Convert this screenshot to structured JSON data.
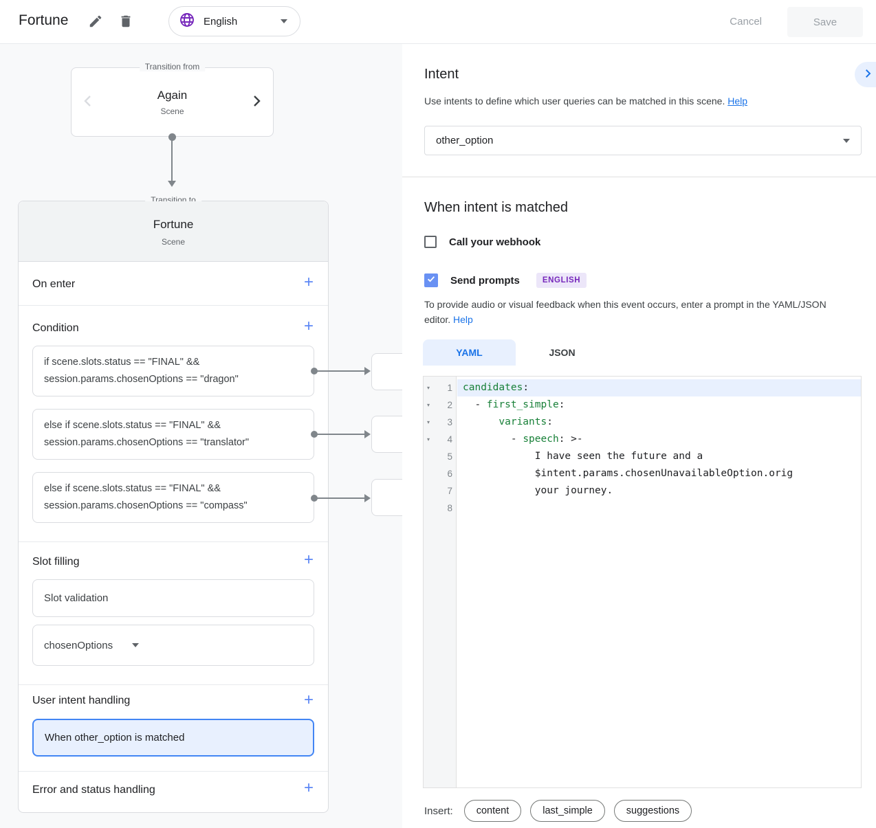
{
  "topbar": {
    "title": "Fortune",
    "language": "English",
    "cancel": "Cancel",
    "save": "Save"
  },
  "flow": {
    "from_card": {
      "legend": "Transition from",
      "name": "Again",
      "type": "Scene"
    },
    "to_card": {
      "legend": "Transition to",
      "name": "Fortune",
      "type": "Scene"
    },
    "on_enter": "On enter",
    "condition_header": "Condition",
    "conditions": [
      "if scene.slots.status == \"FINAL\" &&\nsession.params.chosenOptions == \"dragon\"",
      "else if scene.slots.status == \"FINAL\" &&\nsession.params.chosenOptions == \"translator\"",
      "else if scene.slots.status == \"FINAL\" &&\nsession.params.chosenOptions == \"compass\""
    ],
    "slot_filling_header": "Slot filling",
    "slot_validation": "Slot validation",
    "slot_name": "chosenOptions",
    "user_intent_header": "User intent handling",
    "intent_handler": "When other_option is matched",
    "error_header": "Error and status handling"
  },
  "intent_panel": {
    "title": "Intent",
    "description": "Use intents to define which user queries can be matched in this scene.",
    "help": "Help",
    "selected_intent": "other_option"
  },
  "matched_panel": {
    "title": "When intent is matched",
    "webhook_label": "Call your webhook",
    "prompts_label": "Send prompts",
    "language_chip": "ENGLISH",
    "description": "To provide audio or visual feedback when this event occurs, enter a prompt in the YAML/JSON editor.",
    "help": "Help"
  },
  "editor": {
    "tabs": [
      "YAML",
      "JSON"
    ],
    "active_tab": "YAML",
    "lines": [
      {
        "n": "1",
        "fold": true,
        "active": true,
        "parts": [
          {
            "c": "key",
            "t": "candidates"
          },
          {
            "c": "plain",
            "t": ":"
          }
        ]
      },
      {
        "n": "2",
        "fold": true,
        "parts": [
          {
            "c": "plain",
            "t": "  - "
          },
          {
            "c": "key",
            "t": "first_simple"
          },
          {
            "c": "plain",
            "t": ":"
          }
        ]
      },
      {
        "n": "3",
        "fold": true,
        "parts": [
          {
            "c": "plain",
            "t": "      "
          },
          {
            "c": "key",
            "t": "variants"
          },
          {
            "c": "plain",
            "t": ":"
          }
        ]
      },
      {
        "n": "4",
        "fold": true,
        "parts": [
          {
            "c": "plain",
            "t": "        - "
          },
          {
            "c": "key",
            "t": "speech"
          },
          {
            "c": "plain",
            "t": ": >-"
          }
        ]
      },
      {
        "n": "5",
        "parts": [
          {
            "c": "plain",
            "t": "            I have seen the future and a"
          }
        ]
      },
      {
        "n": "6",
        "parts": [
          {
            "c": "plain",
            "t": "            $intent.params.chosenUnavailableOption.orig"
          }
        ]
      },
      {
        "n": "7",
        "parts": [
          {
            "c": "plain",
            "t": "            your journey."
          }
        ]
      },
      {
        "n": "8",
        "parts": []
      }
    ]
  },
  "insert": {
    "label": "Insert:",
    "buttons": [
      "content",
      "last_simple",
      "suggestions"
    ]
  },
  "colors": {
    "accent_blue": "#1a73e8",
    "plus_blue": "#5c87f5",
    "key_green": "#188038",
    "chip_purple": "#7627bb",
    "selected_bg": "#e8f0fe",
    "checkbox_blue": "#6991f3"
  }
}
